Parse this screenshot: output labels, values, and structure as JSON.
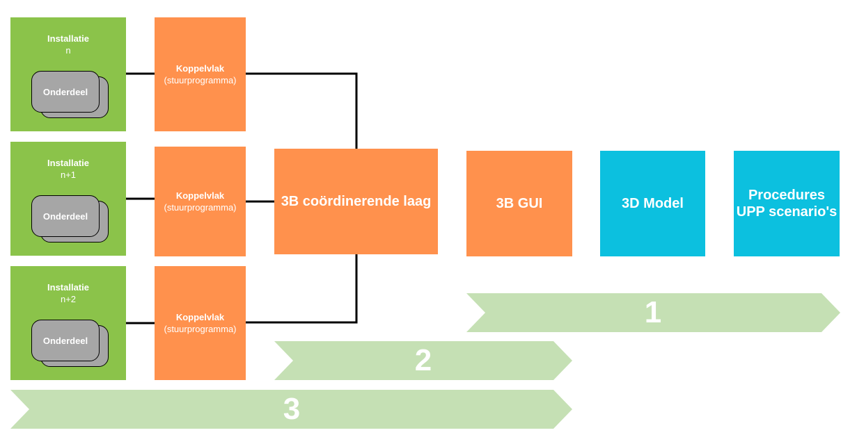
{
  "installations": [
    {
      "title": "Installatie",
      "index": "n",
      "component": "Onderdeel"
    },
    {
      "title": "Installatie",
      "index": "n+1",
      "component": "Onderdeel"
    },
    {
      "title": "Installatie",
      "index": "n+2",
      "component": "Onderdeel"
    }
  ],
  "interfaces": [
    {
      "title": "Koppelvlak",
      "subtitle": "(stuurprogramma)"
    },
    {
      "title": "Koppelvlak",
      "subtitle": "(stuurprogramma)"
    },
    {
      "title": "Koppelvlak",
      "subtitle": "(stuurprogramma)"
    }
  ],
  "coordination_layer": "3B coördinerende laag",
  "gui": "3B GUI",
  "model": "3D Model",
  "procedures": {
    "line1": "Procedures",
    "line2": "UPP scenario's"
  },
  "phases": [
    "1",
    "2",
    "3"
  ],
  "colors": {
    "installation": "#8bc34a",
    "interface": "#ff914d",
    "external": "#0cc0df",
    "phase_arrow": "#c5e0b4",
    "component": "#a6a6a6"
  }
}
